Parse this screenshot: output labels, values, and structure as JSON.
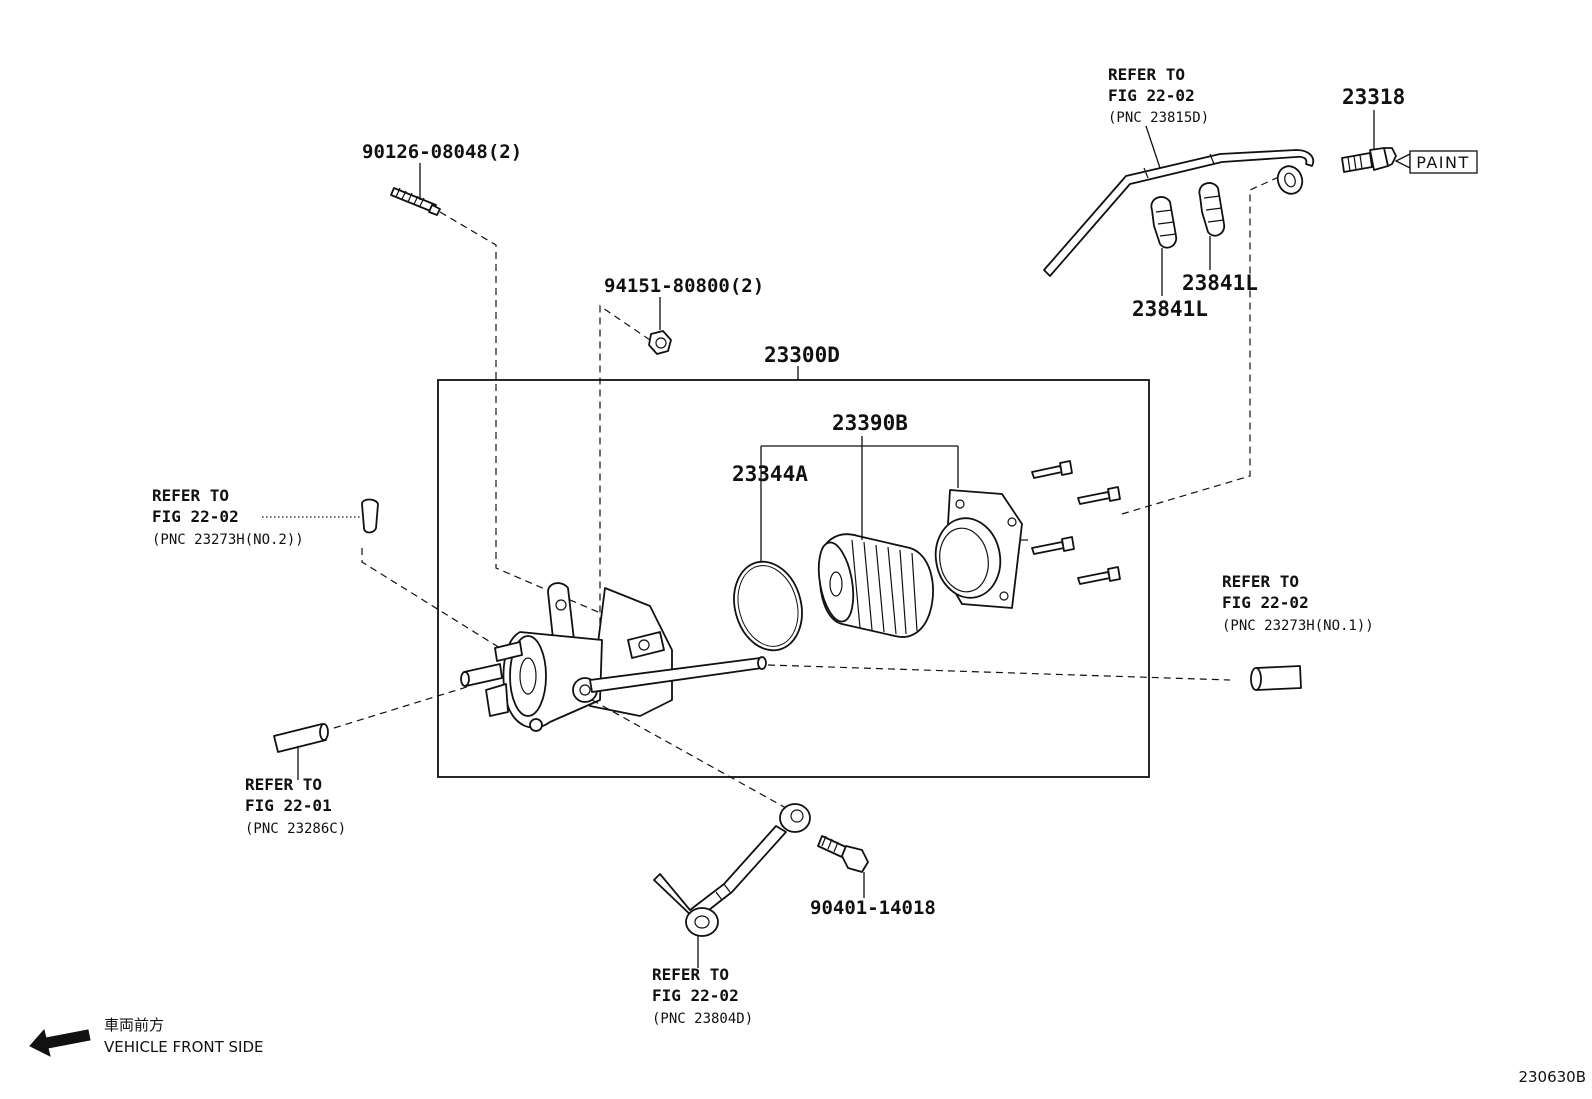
{
  "diagram": {
    "parts": {
      "stud_bolt": "90126-08048(2)",
      "nut": "94151-80800(2)",
      "assembly": "23300D",
      "element_kit": "23390B",
      "o_ring": "23344A",
      "union_bolt_top": "23318",
      "clamp_a": "23841L",
      "clamp_b": "23841L",
      "union_bolt_bottom": "90401-14018"
    },
    "refs": {
      "top": {
        "line1": "REFER TO",
        "line2": "FIG 22-02",
        "line3": "(PNC 23815D)"
      },
      "left": {
        "line1": "REFER TO",
        "line2": "FIG 22-02",
        "line3": "(PNC 23273H(NO.2))"
      },
      "right": {
        "line1": "REFER TO",
        "line2": "FIG 22-02",
        "line3": "(PNC 23273H(NO.1))"
      },
      "bottom_left": {
        "line1": "REFER TO",
        "line2": "FIG 22-01",
        "line3": "(PNC 23286C)"
      },
      "bottom": {
        "line1": "REFER TO",
        "line2": "FIG 22-02",
        "line3": "(PNC 23804D)"
      }
    },
    "paint_tag": "PAINT",
    "orientation": {
      "jp": "車両前方",
      "en": "VEHICLE FRONT SIDE",
      "icon": "arrow-left-icon"
    },
    "figure_code": "230630B"
  }
}
